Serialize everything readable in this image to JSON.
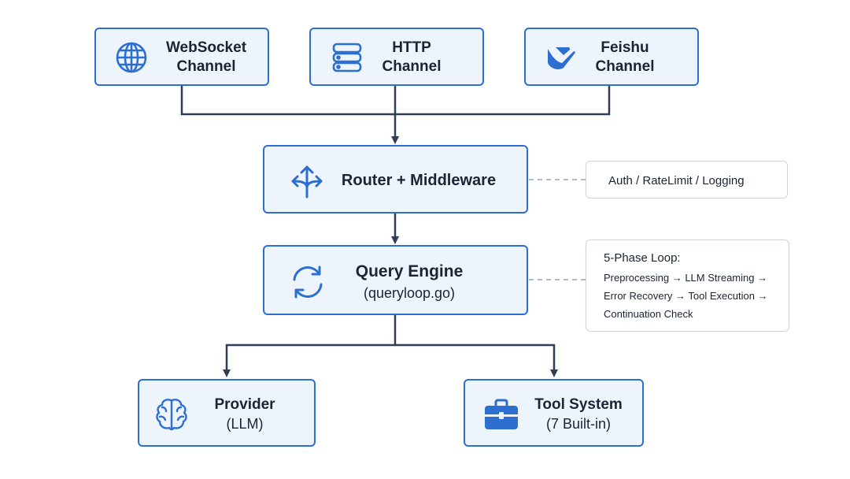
{
  "nodes": {
    "websocket": {
      "line1": "WebSocket",
      "line2": "Channel",
      "icon": "globe-icon"
    },
    "http": {
      "line1": "HTTP",
      "line2": "Channel",
      "icon": "server-icon"
    },
    "feishu": {
      "line1": "Feishu",
      "line2": "Channel",
      "icon": "feishu-bird-icon"
    },
    "router": {
      "line1": "Router + Middleware",
      "icon": "split-arrows-icon"
    },
    "query": {
      "line1": "Query Engine",
      "line2": "(queryloop.go)",
      "icon": "refresh-cycle-icon"
    },
    "provider": {
      "line1": "Provider",
      "line2": "(LLM)",
      "icon": "brain-icon"
    },
    "tools": {
      "line1": "Tool System",
      "line2": "(7 Built-in)",
      "icon": "toolbox-icon"
    }
  },
  "notes": {
    "middleware": {
      "text": "Auth / RateLimit / Logging"
    },
    "loop": {
      "title": "5-Phase Loop:",
      "line1": "Preprocessing → LLM Streaming →",
      "line2": "Error Recovery → Tool Execution →",
      "line3": "Continuation Check"
    }
  },
  "colors": {
    "accent": "#2c6fd1",
    "node_fill": "#eef4fc",
    "connector": "#2e3e55",
    "dashed": "#9aa3ad"
  }
}
